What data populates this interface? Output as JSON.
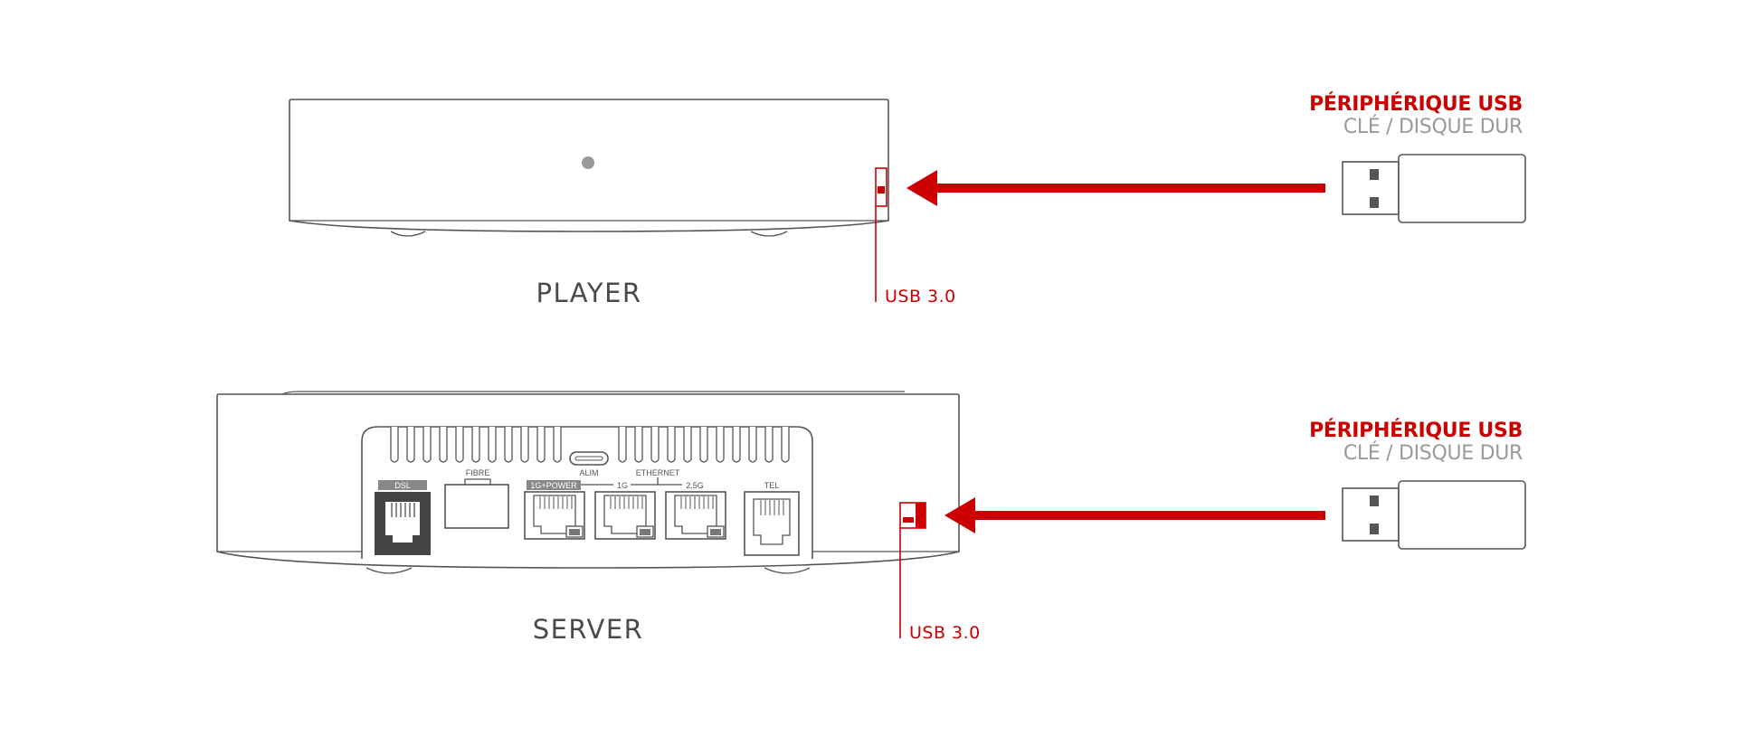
{
  "colors": {
    "accent": "#cc0000",
    "outline": "#555555",
    "muted": "#9a9a9a"
  },
  "player": {
    "name": "PLAYER",
    "usb_port_label": "USB 3.0",
    "device": {
      "title": "PÉRIPHÉRIQUE USB",
      "subtitle": "CLÉ / DISQUE DUR"
    }
  },
  "server": {
    "name": "SERVER",
    "usb_port_label": "USB 3.0",
    "device": {
      "title": "PÉRIPHÉRIQUE USB",
      "subtitle": "CLÉ / DISQUE DUR"
    },
    "ports": {
      "dsl": "DSL",
      "fibre": "FIBRE",
      "alim": "ALIM",
      "ethernet": "ETHERNET",
      "eth_1g_power": "1G+POWER",
      "eth_1g": "1G",
      "eth_2_5g": "2.5G",
      "tel": "TEL"
    }
  },
  "icons": [
    "usb-key-icon",
    "arrow-left-icon",
    "rj45-port-icon",
    "rj11-port-icon",
    "usb-port-icon",
    "led-indicator-icon"
  ]
}
